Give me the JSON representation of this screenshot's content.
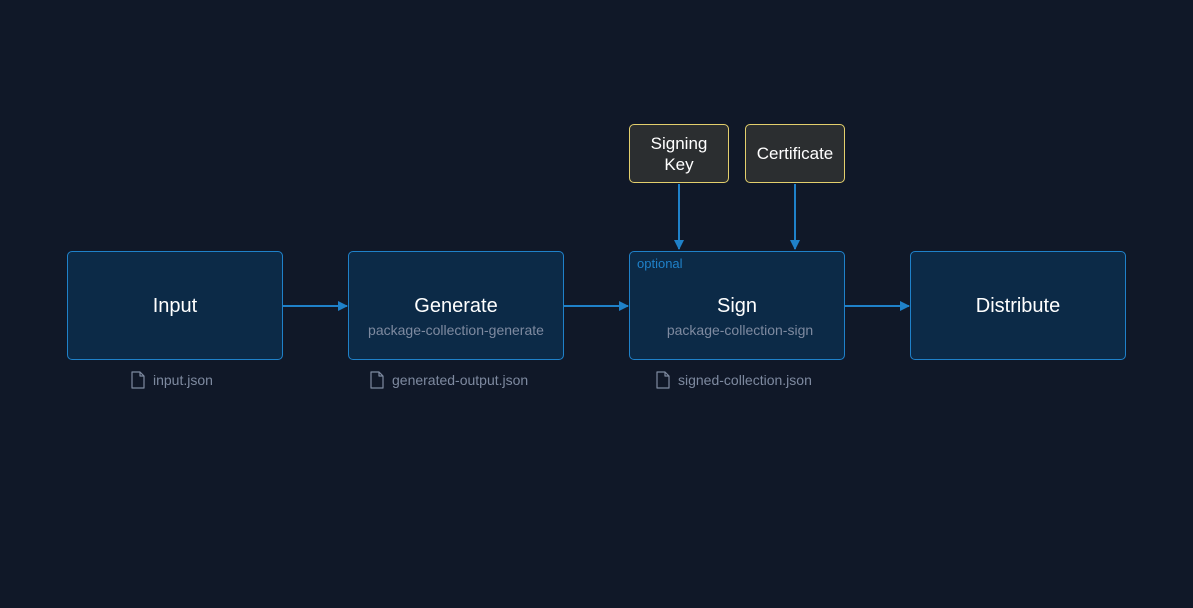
{
  "stages": [
    {
      "title": "Input",
      "command": "",
      "file": "input.json"
    },
    {
      "title": "Generate",
      "command": "package-collection-generate",
      "file": "generated-output.json"
    },
    {
      "title": "Sign",
      "command": "package-collection-sign",
      "file": "signed-collection.json",
      "tag": "optional"
    },
    {
      "title": "Distribute",
      "command": ""
    }
  ],
  "inputs": [
    {
      "label": "Signing\nKey"
    },
    {
      "label": "Certificate"
    }
  ],
  "colors": {
    "background": "#101828",
    "stage_fill": "#0c2a47",
    "stage_border": "#1f81c9",
    "connector": "#1f81c9",
    "key_fill": "#2b2e30",
    "key_border": "#e3cf6c",
    "muted_text": "#7e8aa0"
  },
  "icons": {
    "file": "file-icon"
  }
}
